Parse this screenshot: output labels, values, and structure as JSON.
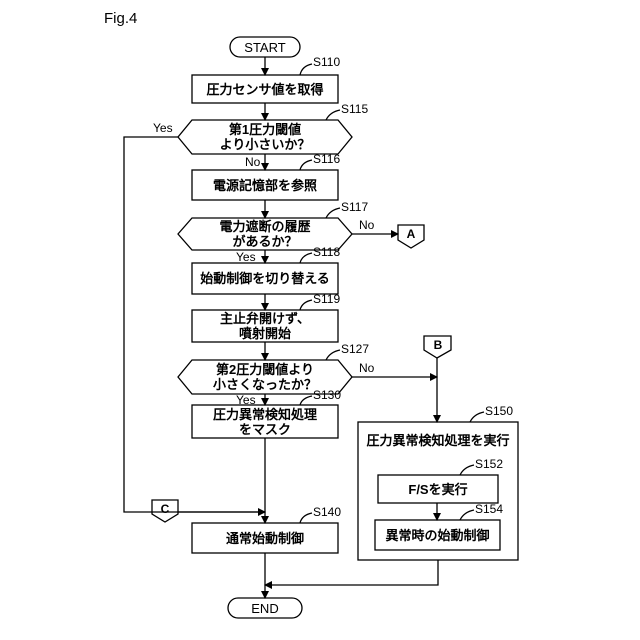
{
  "figure_label": "Fig.4",
  "start_label": "START",
  "end_label": "END",
  "steps": [
    {
      "id": "S110",
      "lines": [
        "圧力センサ値を取得"
      ]
    },
    {
      "id": "S115",
      "lines": [
        "第1圧力閾値",
        "より小さいか？"
      ]
    },
    {
      "id": "S116",
      "lines": [
        "電源記憶部を参照"
      ]
    },
    {
      "id": "S117",
      "lines": [
        "電力遮断の履歴",
        "があるか？"
      ]
    },
    {
      "id": "S118",
      "lines": [
        "始動制御を切り替える"
      ]
    },
    {
      "id": "S119",
      "lines": [
        "主止弁開けず、",
        "噴射開始"
      ]
    },
    {
      "id": "S127",
      "lines": [
        "第2圧力閾値より",
        "小さくなったか？"
      ]
    },
    {
      "id": "S130",
      "lines": [
        "圧力異常検知処理",
        "をマスク"
      ]
    },
    {
      "id": "S140",
      "lines": [
        "通常始動制御"
      ]
    },
    {
      "id": "S150",
      "lines": [
        "圧力異常検知処理を実行"
      ]
    }
  ],
  "inner_steps": [
    {
      "id": "S152",
      "lines": [
        "F/Sを実行"
      ]
    },
    {
      "id": "S154",
      "lines": [
        "異常時の始動制御"
      ]
    }
  ],
  "connectors": {
    "a": "A",
    "b": "B",
    "c": "C"
  },
  "branches": {
    "s115_yes": "Yes",
    "s115_no": "No",
    "s117_no": "No",
    "s117_yes": "Yes",
    "s127_no": "No",
    "s127_yes": "Yes"
  }
}
